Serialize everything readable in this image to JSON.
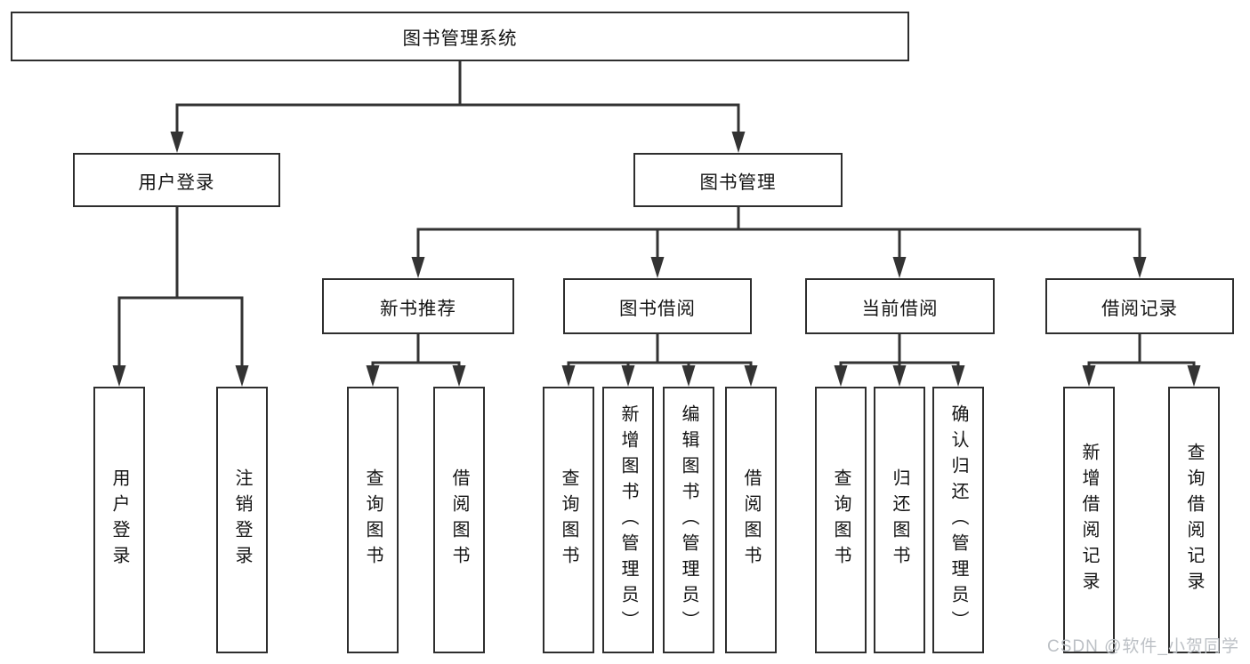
{
  "diagram": {
    "root": {
      "label": "图书管理系统"
    },
    "level2": [
      {
        "label": "用户登录"
      },
      {
        "label": "图书管理"
      }
    ],
    "level3": [
      {
        "label": "新书推荐"
      },
      {
        "label": "图书借阅"
      },
      {
        "label": "当前借阅"
      },
      {
        "label": "借阅记录"
      }
    ],
    "leaves": {
      "user_login": [
        "用户登录",
        "注销登录"
      ],
      "new_book": [
        "查询图书",
        "借阅图书"
      ],
      "book_borrow": [
        "查询图书",
        "新增图书（管理员）",
        "编辑图书（管理员）",
        "借阅图书"
      ],
      "current_borrow": [
        "查询图书",
        "归还图书",
        "确认归还（管理员）"
      ],
      "borrow_record": [
        "新增借阅记录",
        "查询借阅记录"
      ]
    }
  },
  "watermark": "CSDN @软件_小贺同学",
  "colors": {
    "line": "#333333",
    "border": "#2e2e2e",
    "text": "#141414",
    "watermark": "#bcc0c5",
    "background": "#ffffff"
  }
}
